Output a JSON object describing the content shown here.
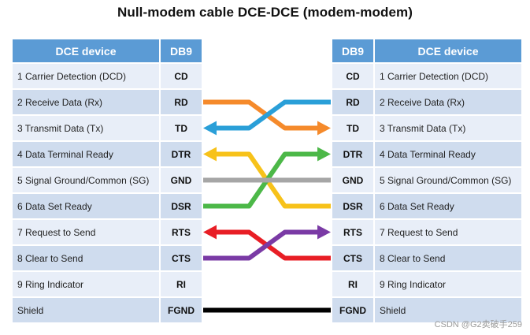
{
  "title": "Null-modem cable DCE-DCE (modem-modem)",
  "left_header": {
    "device": "DCE device",
    "pin": "DB9"
  },
  "right_header": {
    "pin": "DB9",
    "device": "DCE device"
  },
  "rows": [
    {
      "desc": "1 Carrier Detection (DCD)",
      "pin": "CD"
    },
    {
      "desc": "2 Receive Data (Rx)",
      "pin": "RD"
    },
    {
      "desc": "3 Transmit Data (Tx)",
      "pin": "TD"
    },
    {
      "desc": "4 Data Terminal Ready",
      "pin": "DTR"
    },
    {
      "desc": "5 Signal Ground/Common  (SG)",
      "pin": "GND"
    },
    {
      "desc": "6 Data Set Ready",
      "pin": "DSR"
    },
    {
      "desc": "7 Request to Send",
      "pin": "RTS"
    },
    {
      "desc": "8 Clear to Send",
      "pin": "CTS"
    },
    {
      "desc": "9 Ring Indicator",
      "pin": "RI"
    },
    {
      "desc": "Shield",
      "pin": "FGND"
    }
  ],
  "connections": [
    {
      "from": "RD",
      "to": "TD",
      "color": "#f58a2b",
      "arrow": "right"
    },
    {
      "from": "TD",
      "to": "RD",
      "color": "#2a9fd8",
      "arrow": "left"
    },
    {
      "from": "DTR",
      "to": "DSR",
      "color": "#f7c21a",
      "arrow": "left"
    },
    {
      "from": "DSR",
      "to": "DTR",
      "color": "#4cb848",
      "arrow": "right"
    },
    {
      "from": "GND",
      "to": "GND",
      "color": "#a6a6a6",
      "arrow": "none"
    },
    {
      "from": "RTS",
      "to": "CTS",
      "color": "#e81e25",
      "arrow": "left"
    },
    {
      "from": "CTS",
      "to": "RTS",
      "color": "#7a3aa5",
      "arrow": "right"
    },
    {
      "from": "FGND",
      "to": "FGND",
      "color": "#000000",
      "arrow": "none"
    }
  ],
  "watermark": "CSDN @G2卖破手259"
}
